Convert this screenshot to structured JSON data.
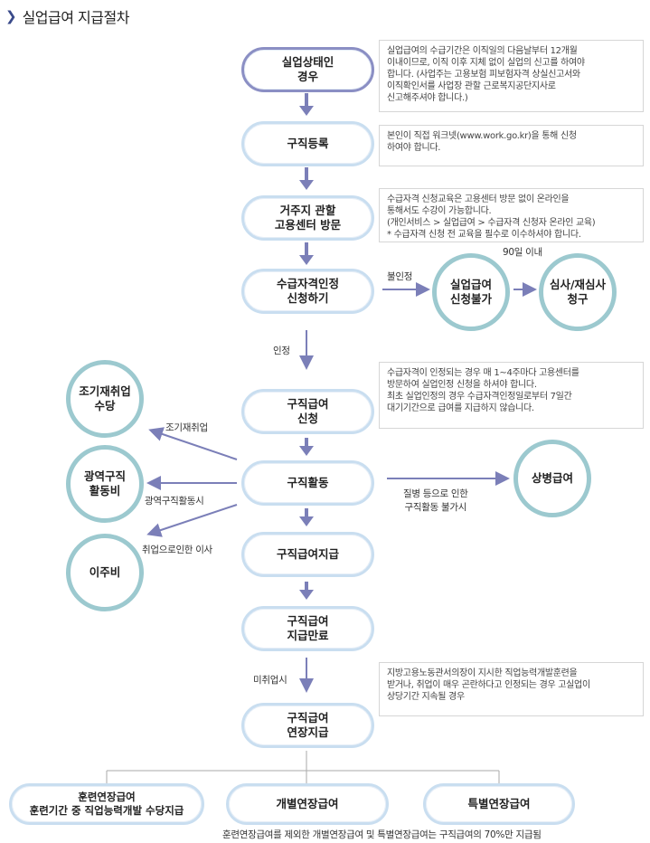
{
  "header": {
    "title": "실업급여 지급절차"
  },
  "steps": {
    "s1": "실업상태인\n경우",
    "s2": "구직등록",
    "s3": "거주지 관할\n고용센터 방문",
    "s4": "수급자격인정\n신청하기",
    "s5": "구직급여\n신청",
    "s6": "구직활동",
    "s7": "구직급여지급",
    "s8": "구직급여\n지급만료",
    "s9": "구직급여\n연장지급"
  },
  "circles": {
    "unemployment_denied": "실업급여\n신청불가",
    "review": "심사/재심사\n청구",
    "early_reemployment": "조기재취업\n수당",
    "wide_area_job_search": "광역구직\n활동비",
    "relocation": "이주비",
    "sickness_benefit": "상병급여"
  },
  "bottom": {
    "training": "훈련연장급여\n훈련기간 중 직업능력개발 수당지급",
    "individual": "개별연장급여",
    "special": "특별연장급여",
    "footnote": "훈련연장급여를 제외한 개별연장급여 및 특별연장급여는 구직급여의 70%만 지급됨"
  },
  "labels": {
    "not_approved": "불인정",
    "within_90_days": "90일 이내",
    "approved": "인정",
    "early_reemployment": "조기재취업",
    "wide_area": "광역구직활동시",
    "move_due_to_employment": "취업으로인한 이사",
    "sickness": "질병 등으로 인한\n구직활동 불가시",
    "unemployed": "미취업시"
  },
  "notes": {
    "n1": "실업급여의 수급기간은 이직일의 다음날부터 12개월\n이내이므로, 이직 이후 지체 없이 실업의 신고를 하여야\n합니다. (사업주는 고용보험 피보험자격 상실신고서와\n이직확인서를 사업장 관할 근로복지공단지사로\n신고해주셔야 합니다.)",
    "n2": "본인이 직접 워크넷(www.work.go.kr)을 통해 신청\n하여야 합니다.",
    "n3": "수급자격 신청교육은 고용센터 방문 없이 온라인을\n통해서도 수강이 가능합니다.\n(개인서비스 > 실업급여 > 수급자격 신청자 온라인 교육)\n* 수급자격 신청 전 교육을 필수로 이수하셔야 합니다.",
    "n4": "수급자격이 인정되는 경우 매 1~4주마다 고용센터를\n방문하여 실업인정 신청을 하셔야 합니다.\n최초 실업인정의 경우 수급자격인정일로부터 7일간\n대기기간으로 급여를 지급하지 않습니다.",
    "n5": "지방고용노동관서의장이 지시한 직업능력개발훈련을\n받거나, 취업이 매우 곤란하다고 인정되는 경우 고실업이\n상당기간 지속될 경우"
  },
  "colors": {
    "arrow": "#7b7fb8",
    "pill_border": "#c9def0",
    "first_pill_border": "#8b8fc4",
    "circle_border": "#9cc9cf"
  }
}
